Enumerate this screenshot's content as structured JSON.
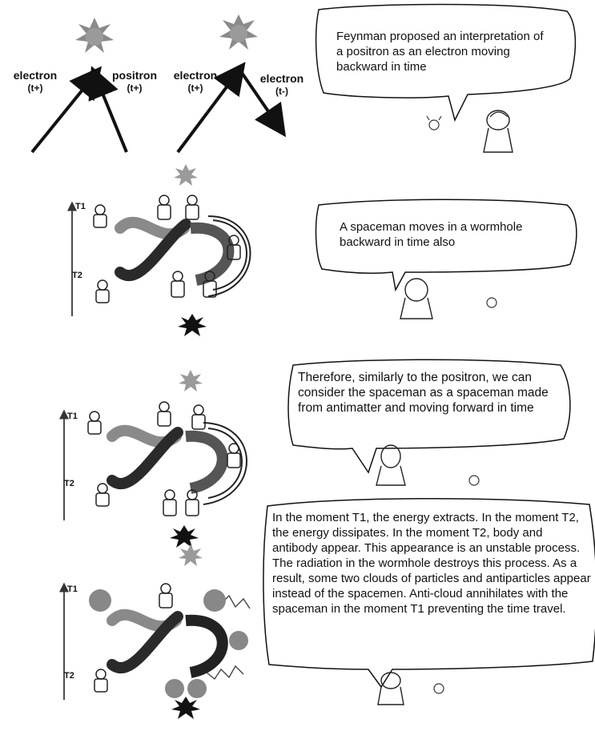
{
  "section1": {
    "left_pair": {
      "label_a": "electron",
      "label_a_sub": "(t+)",
      "label_b": "positron",
      "label_b_sub": "(t+)"
    },
    "right_pair": {
      "label_a": "electron",
      "label_a_sub": "(t+)",
      "label_b": "electron",
      "label_b_sub": "(t-)"
    },
    "bubble": "Feynman proposed an interpretation of a positron as an electron moving backward in time"
  },
  "panels": [
    {
      "t1": "T1",
      "t2": "T2"
    },
    {
      "t1": "T1",
      "t2": "T2"
    },
    {
      "t1": "T1",
      "t2": "T2"
    }
  ],
  "bubbles": {
    "b2": "A spaceman moves in a wormhole backward in time also",
    "b3": "Therefore, similarly to the positron, we can consider the spaceman as a spaceman made from antimatter and moving forward in time",
    "b4": "In the moment T1, the energy extracts. In the moment T2, the energy dissipates. In the moment T2, body and antibody appear. This appearance is an unstable process. The radiation in the wormhole destroys this process. As a result, some two clouds of particles and antiparticles appear instead of the spacemen. Anti-cloud annihilates with the spaceman in the moment T1 preventing the time travel."
  },
  "colors": {
    "ink": "#111111",
    "arrow_light": "#9a9a9a",
    "arrow_dark": "#2a2a2a",
    "burst_grey": "#8a8a8a"
  }
}
